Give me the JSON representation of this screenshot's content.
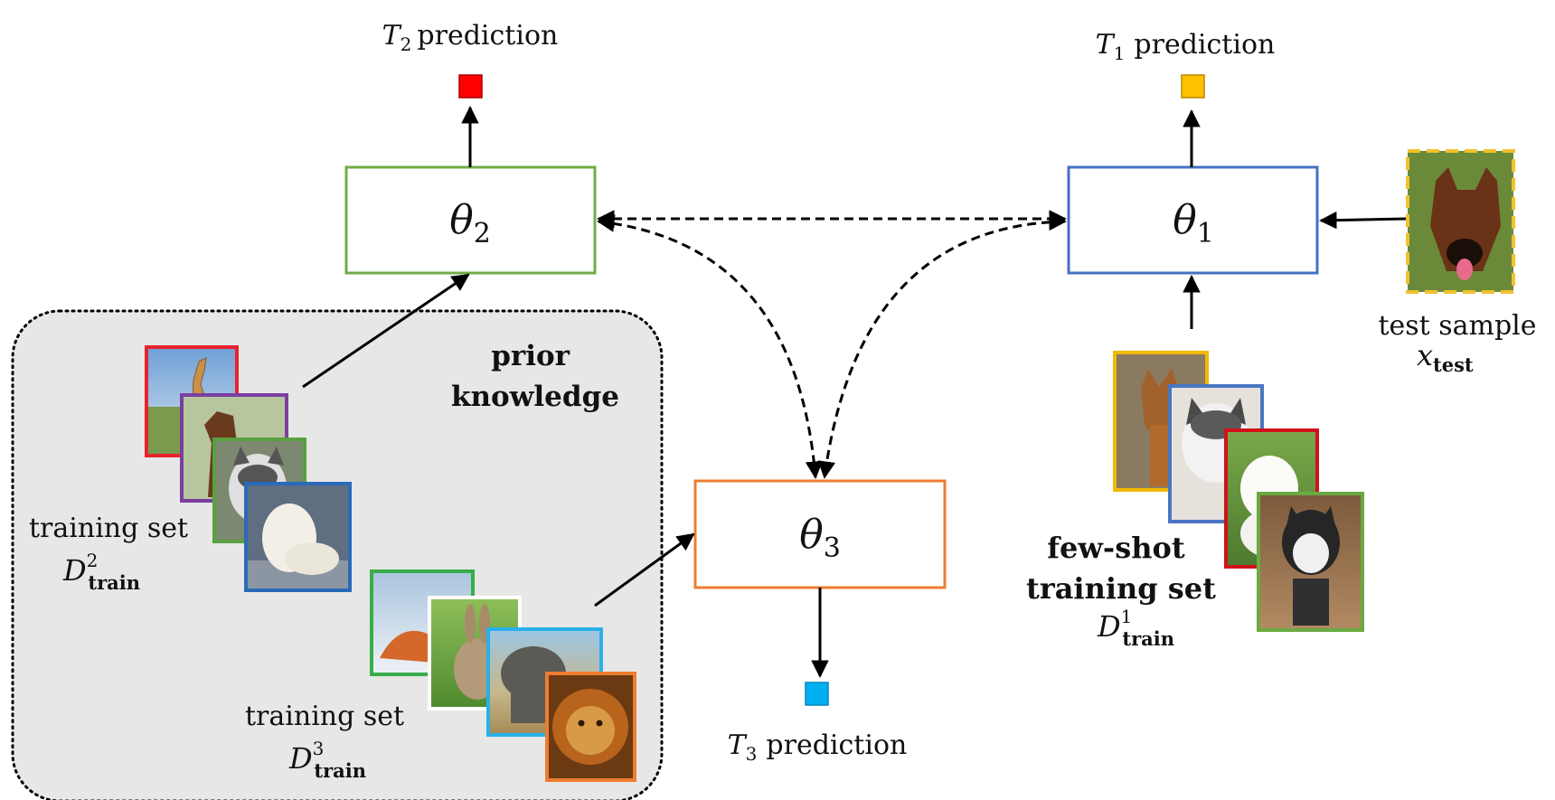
{
  "labels": {
    "t2_prediction": {
      "var": "T",
      "sub": "2",
      "word": "prediction"
    },
    "t1_prediction": {
      "var": "T",
      "sub": "1",
      "word": "prediction"
    },
    "t3_prediction": {
      "var": "T",
      "sub": "3",
      "word": "prediction"
    },
    "theta2": {
      "var": "θ",
      "sub": "2"
    },
    "theta1": {
      "var": "θ",
      "sub": "1"
    },
    "theta3": {
      "var": "θ",
      "sub": "3"
    },
    "prior_knowledge": [
      "prior",
      "knowledge"
    ],
    "training_set_2": {
      "line1": "training set",
      "var": "D",
      "sup": "2",
      "sub": "train"
    },
    "training_set_3": {
      "line1": "training set",
      "var": "D",
      "sup": "3",
      "sub": "train"
    },
    "few_shot": {
      "line1": "few-shot",
      "line2": "training set",
      "var": "D",
      "sup": "1",
      "sub": "train"
    },
    "test_sample": {
      "line1": "test sample",
      "var": "x",
      "sub": "test"
    }
  },
  "images": {
    "prior_set_2": [
      {
        "name": "giraffe-image",
        "border": "#e8232b"
      },
      {
        "name": "horse-image",
        "border": "#7a3ea0"
      },
      {
        "name": "husky-image",
        "border": "#5aa040"
      },
      {
        "name": "polar-bear-image",
        "border": "#2a6ab8"
      }
    ],
    "prior_set_3": [
      {
        "name": "fox-image",
        "border": "#38ad4a"
      },
      {
        "name": "rabbit-image",
        "border": "#ffffff"
      },
      {
        "name": "elephant-image",
        "border": "#29b0e8"
      },
      {
        "name": "lion-image",
        "border": "#ed7d31"
      }
    ],
    "few_shot_set": [
      {
        "name": "shepherd-image",
        "border": "#f2b800"
      },
      {
        "name": "husky-puppy-image",
        "border": "#4a76c4"
      },
      {
        "name": "samoyed-image",
        "border": "#d0121b"
      },
      {
        "name": "malamute-image",
        "border": "#6aaa42"
      }
    ],
    "test_image": {
      "name": "german-shepherd-image",
      "border": "#f2c12e"
    }
  },
  "colors": {
    "theta2_border": "#70ad47",
    "theta1_border": "#4472c4",
    "theta3_border": "#ed7d31",
    "t2_square": "#ff0000",
    "t1_square": "#ffc000",
    "t3_square": "#00b0f0",
    "prior_bg": "#e7e7e7"
  }
}
